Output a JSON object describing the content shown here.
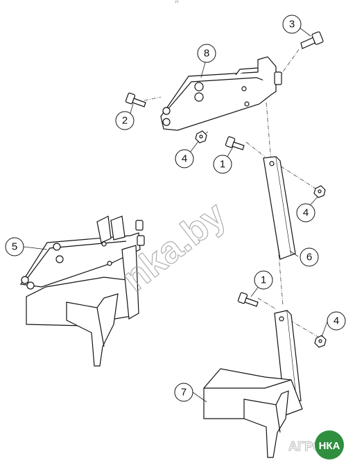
{
  "diagram": {
    "header_mark": "ᵀ͘ᵀ",
    "callouts": [
      {
        "id": "c3",
        "label": "3"
      },
      {
        "id": "c8",
        "label": "8"
      },
      {
        "id": "c2",
        "label": "2"
      },
      {
        "id": "c4a",
        "label": "4"
      },
      {
        "id": "c1a",
        "label": "1"
      },
      {
        "id": "c4b",
        "label": "4"
      },
      {
        "id": "c5",
        "label": "5"
      },
      {
        "id": "c6",
        "label": "6"
      },
      {
        "id": "c1b",
        "label": "1"
      },
      {
        "id": "c4c",
        "label": "4"
      },
      {
        "id": "c7",
        "label": "7"
      }
    ],
    "watermark": "nka.by",
    "logo": {
      "left": "АГРО",
      "right": "НКА",
      "accent_color": "#2f8f3f"
    }
  }
}
